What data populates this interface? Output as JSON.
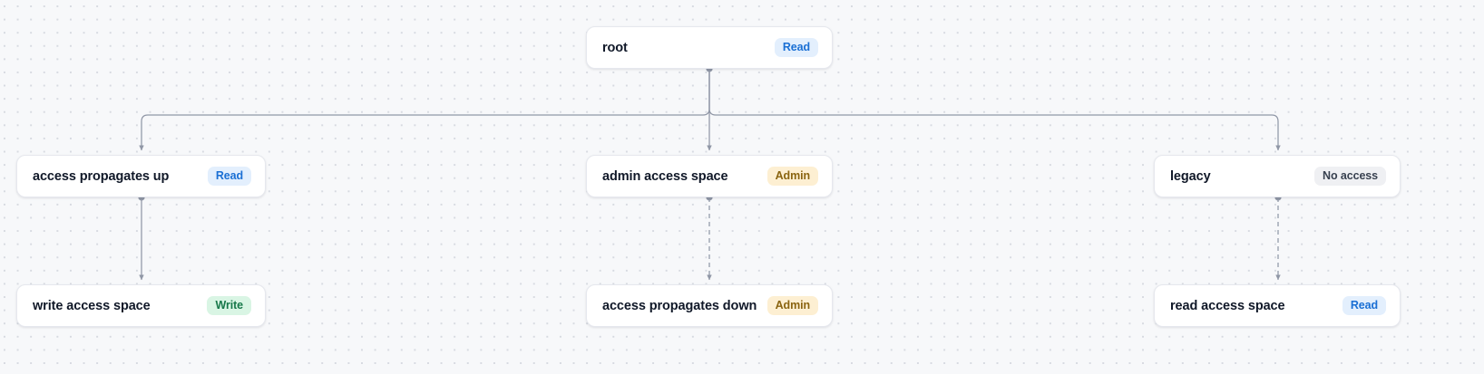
{
  "diagram": {
    "type": "permission-hierarchy-tree",
    "background": "dotted-grid",
    "colors": {
      "canvas": "#f7f8fa",
      "grid_dot": "#d7dae1",
      "node_bg": "#ffffff",
      "node_border": "#e6e8ee",
      "edge": "#9097a6",
      "label": "#101828",
      "badge_read_bg": "#e3effd",
      "badge_read_fg": "#1a6fd4",
      "badge_admin_bg": "#fdefd2",
      "badge_admin_fg": "#8a6410",
      "badge_write_bg": "#d9f5e4",
      "badge_write_fg": "#17784a",
      "badge_none_bg": "#eff0f3",
      "badge_none_fg": "#384150"
    },
    "nodes": [
      {
        "id": "root",
        "label": "root",
        "badge": "Read",
        "badge_kind": "read"
      },
      {
        "id": "prop-up",
        "label": "access propagates up",
        "badge": "Read",
        "badge_kind": "read"
      },
      {
        "id": "admin-space",
        "label": "admin access space",
        "badge": "Admin",
        "badge_kind": "admin"
      },
      {
        "id": "legacy",
        "label": "legacy",
        "badge": "No access",
        "badge_kind": "none"
      },
      {
        "id": "write-space",
        "label": "write access space",
        "badge": "Write",
        "badge_kind": "write"
      },
      {
        "id": "prop-down",
        "label": "access propagates down",
        "badge": "Admin",
        "badge_kind": "admin"
      },
      {
        "id": "read-space",
        "label": "read access space",
        "badge": "Read",
        "badge_kind": "read"
      }
    ],
    "edges": [
      {
        "from": "root",
        "to": "prop-up",
        "style": "solid"
      },
      {
        "from": "root",
        "to": "admin-space",
        "style": "solid"
      },
      {
        "from": "root",
        "to": "legacy",
        "style": "solid"
      },
      {
        "from": "prop-up",
        "to": "write-space",
        "style": "solid"
      },
      {
        "from": "admin-space",
        "to": "prop-down",
        "style": "dashed"
      },
      {
        "from": "legacy",
        "to": "read-space",
        "style": "dashed"
      }
    ]
  }
}
